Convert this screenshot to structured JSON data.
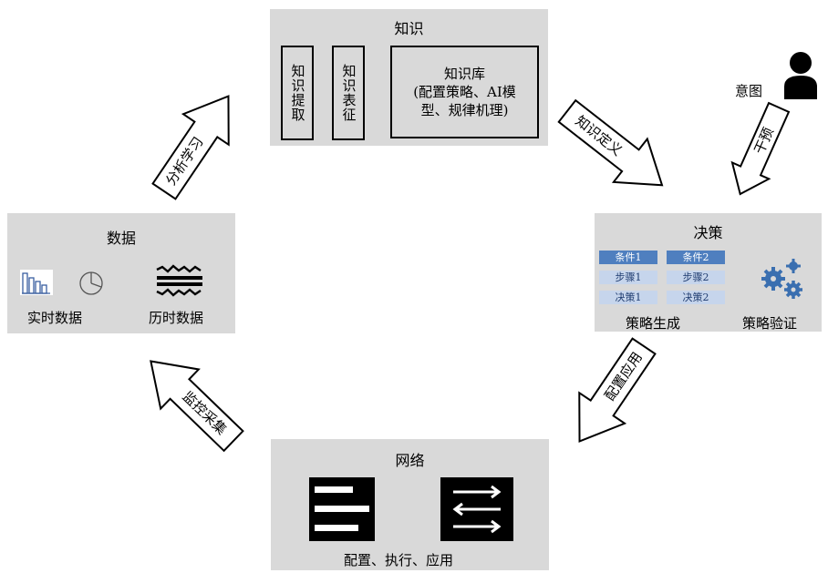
{
  "knowledge": {
    "title": "知识",
    "extract": "知识提取",
    "represent": "知识表征",
    "base_title": "知识库",
    "base_line1": "(配置策略、AI模",
    "base_line2": "型、规律机理)"
  },
  "data": {
    "title": "数据",
    "realtime": "实时数据",
    "historical": "历时数据"
  },
  "decision": {
    "title": "决策",
    "table": [
      [
        "条件1",
        "条件2"
      ],
      [
        "步骤1",
        "步骤2"
      ],
      [
        "决策1",
        "决策2"
      ]
    ],
    "generate": "策略生成",
    "verify": "策略验证"
  },
  "network": {
    "title": "网络",
    "caption": "配置、执行、应用"
  },
  "intent": {
    "label": "意图"
  },
  "arrows": {
    "analyze_learn": "分析学习",
    "knowledge_define": "知识定义",
    "intervene": "干预",
    "config_apply": "配置应用",
    "monitor_collect": "监控采集"
  },
  "colors": {
    "panel": "#d9d9d9",
    "table_head": "#4f7fbf",
    "table_cell": "#c6d5ec",
    "gear": "#3a6fb0"
  }
}
